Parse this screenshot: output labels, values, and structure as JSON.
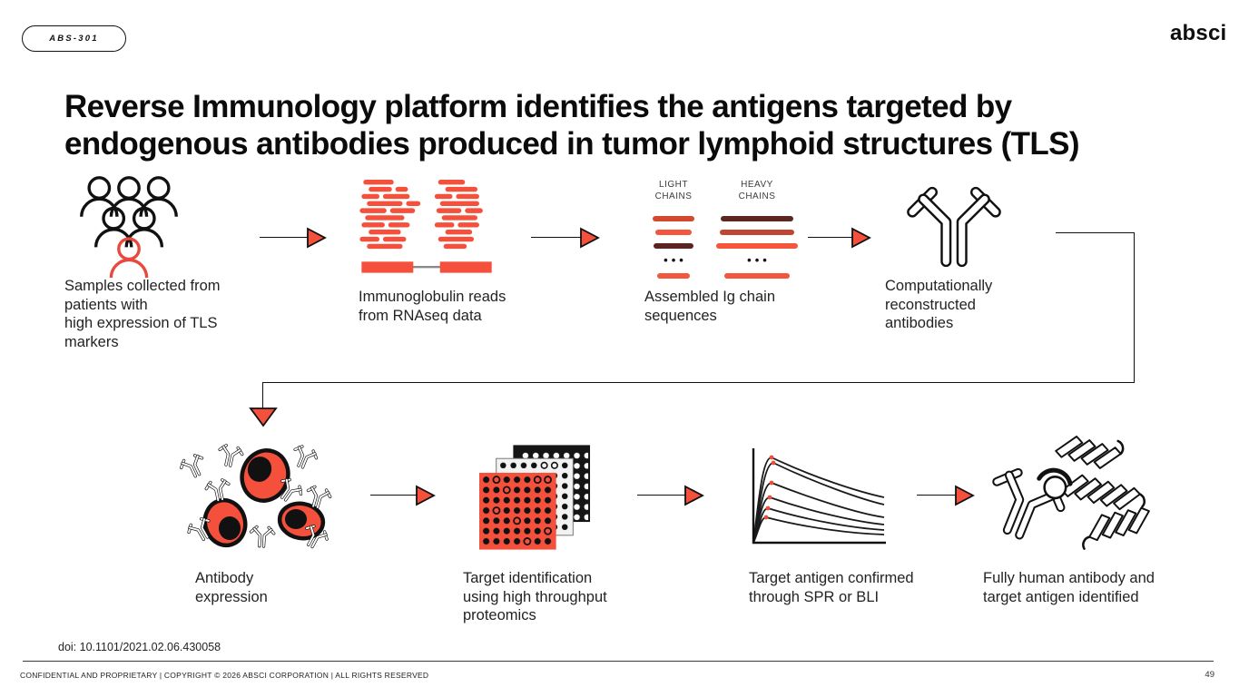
{
  "slide": {
    "badge_label": "ABS-301",
    "logo_text": "absci",
    "title": "Reverse Immunology platform identifies the antigens targeted by\nendogenous antibodies produced in tumor lymphoid structures (TLS)",
    "doi": "doi: 10.1101/2021.02.06.430058",
    "footer_text": "CONFIDENTIAL AND PROPRIETARY | COPYRIGHT © 2026 ABSCI CORPORATION | ALL RIGHTS RESERVED",
    "page_number": "49"
  },
  "colors": {
    "accent_red": "#F4503C",
    "dark_maroon": "#5C2420",
    "brick_red": "#C04634",
    "ink": "#111111"
  },
  "flow": {
    "row1": [
      {
        "icon": "patient-group-icon",
        "caption": "Samples collected from\npatients with\nhigh expression of TLS\nmarkers"
      },
      {
        "icon": "rnaseq-reads-icon",
        "caption": "Immunoglobulin reads\nfrom RNAseq data"
      },
      {
        "icon": "ig-chains-icon",
        "caption": "Assembled Ig chain\nsequences",
        "labels": {
          "light": "LIGHT\nCHAINS",
          "heavy": "HEAVY\nCHAINS"
        }
      },
      {
        "icon": "antibody-icon",
        "caption": "Computationally\nreconstructed\nantibodies"
      }
    ],
    "row2": [
      {
        "icon": "antibody-expression-cells-icon",
        "caption": "Antibody\nexpression"
      },
      {
        "icon": "microplates-icon",
        "caption": "Target identification\nusing high throughput\nproteomics"
      },
      {
        "icon": "spr-sensorgram-icon",
        "caption": "Target antigen confirmed\nthrough SPR or BLI"
      },
      {
        "icon": "antibody-antigen-complex-icon",
        "caption": "Fully human antibody and\ntarget antigen identified"
      }
    ]
  }
}
